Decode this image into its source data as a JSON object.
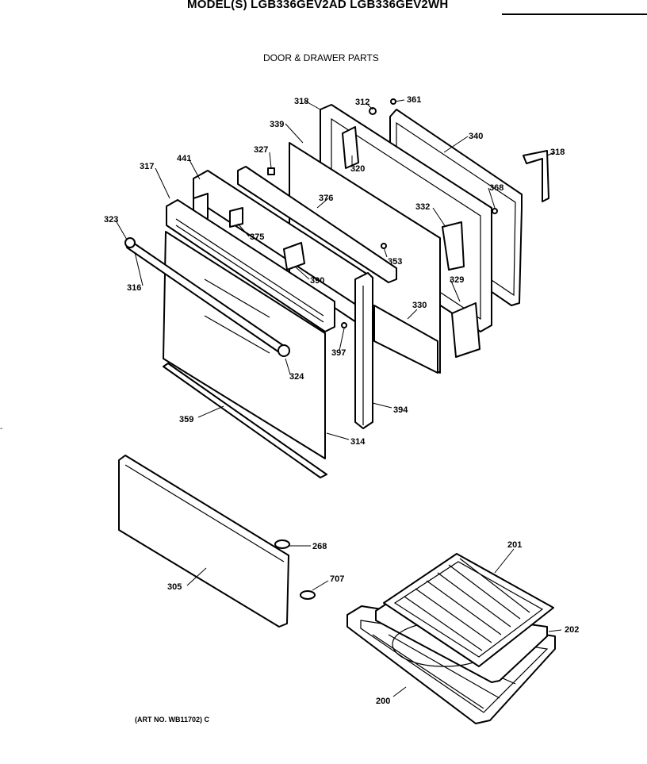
{
  "header": {
    "models": "MODEL(S) LGB336GEV2AD  LGB336GEV2WH"
  },
  "section_title": "DOOR & DRAWER PARTS",
  "footer": {
    "art_no": "(ART NO. WB11702) C"
  },
  "margin_mark": "-",
  "callouts": {
    "c318a": "318",
    "c312": "312",
    "c361": "361",
    "c339": "339",
    "c340": "340",
    "c318b": "318",
    "c327": "327",
    "c320": "320",
    "c317": "317",
    "c441": "441",
    "c376": "376",
    "c368": "368",
    "c323": "323",
    "c332": "332",
    "c375": "375",
    "c353": "353",
    "c316": "316",
    "c390": "390",
    "c329": "329",
    "c330": "330",
    "c397": "397",
    "c324": "324",
    "c394": "394",
    "c359": "359",
    "c314": "314",
    "c268": "268",
    "c707": "707",
    "c305": "305",
    "c201": "201",
    "c202": "202",
    "c200": "200"
  }
}
